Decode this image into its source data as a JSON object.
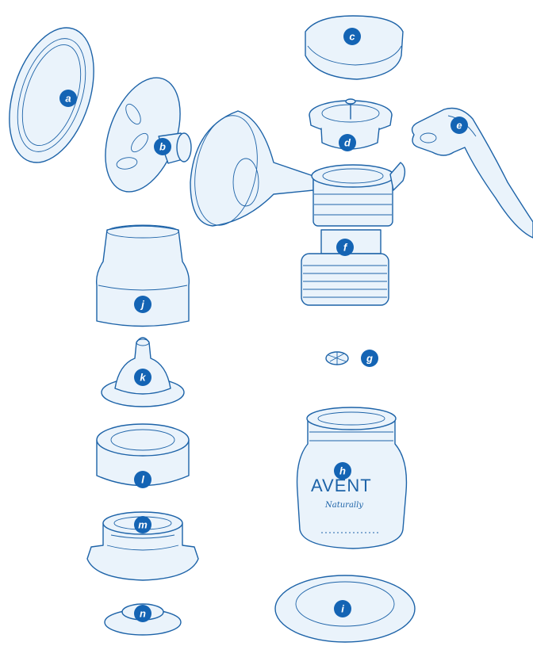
{
  "diagram": {
    "labels": {
      "a": "a",
      "b": "b",
      "c": "c",
      "d": "d",
      "e": "e",
      "f": "f",
      "g": "g",
      "h": "h",
      "i": "i",
      "j": "j",
      "k": "k",
      "l": "l",
      "m": "m",
      "n": "n"
    },
    "bottle_brand": "AVENT",
    "bottle_subbrand": "Naturally"
  },
  "colors": {
    "line": "#1d63a8",
    "badge": "#1464b4",
    "fill": "#eaf3fb"
  }
}
